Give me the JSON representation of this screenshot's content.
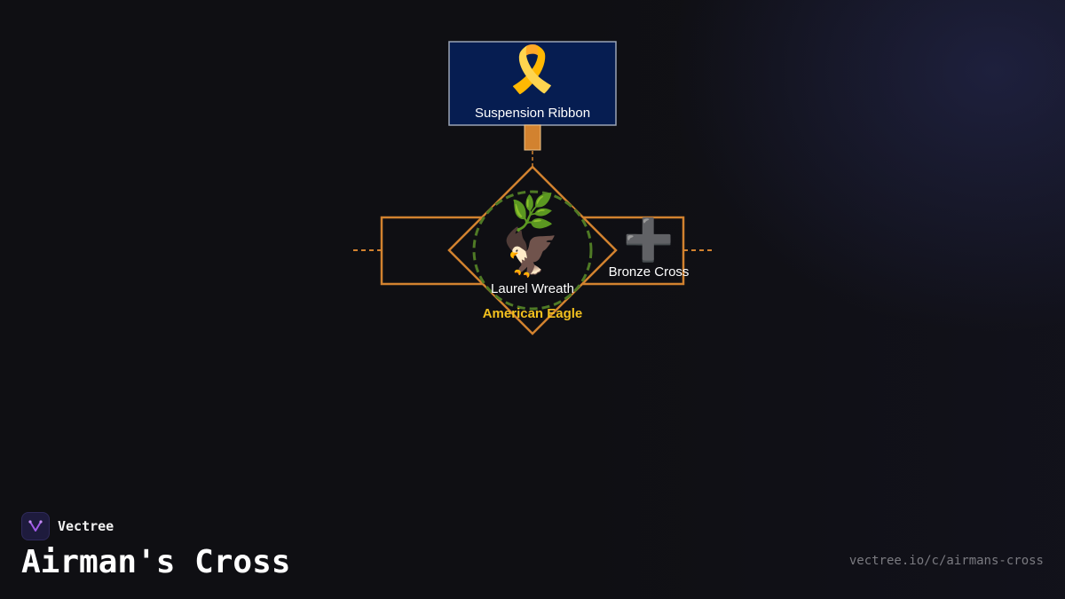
{
  "diagram": {
    "nodes": {
      "suspension_ribbon": {
        "label": "Suspension Ribbon",
        "icon": "ribbon-icon",
        "glyph": "🎗️"
      },
      "laurel_wreath": {
        "label": "Laurel Wreath",
        "icon": "laurel-icon",
        "glyph": "🌿"
      },
      "american_eagle": {
        "label": "American Eagle",
        "icon": "eagle-icon",
        "glyph": "🦅"
      },
      "bronze_cross": {
        "label": "Bronze Cross",
        "icon": "cross-icon",
        "glyph": "➕"
      }
    },
    "colors": {
      "ribbon_box_fill": "#061d51",
      "ribbon_box_stroke": "#9aa3b5",
      "cross_outline": "#d2822f",
      "wreath_ring": "#4f7a25",
      "eagle_label": "#f2c01e",
      "node_label": "#ffffff"
    }
  },
  "footer": {
    "brand": "Vectree",
    "title": "Airman's Cross",
    "url": "vectree.io/c/airmans-cross"
  }
}
